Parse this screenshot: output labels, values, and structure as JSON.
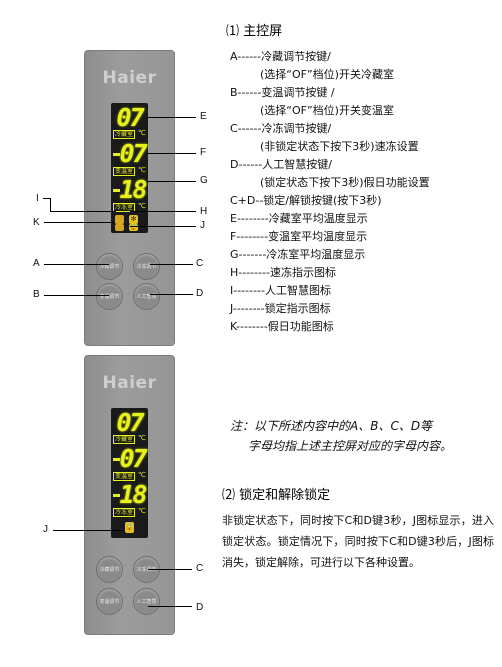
{
  "brand": "Haier",
  "section1": {
    "title": "⑴ 主控屏",
    "lines": [
      "A------冷藏调节按键/",
      "(选择“OF”档位)开关冷藏室",
      "B------变温调节按键 /",
      "(选择“OF”档位)开关变温室",
      "C------冷冻调节按键/",
      "(非锁定状态下按下3秒)速冻设置",
      "D------人工智慧按键/",
      "(锁定状态下按下3秒)假日功能设置",
      "C+D--锁定/解锁按键(按下3秒)",
      "E--------冷藏室平均温度显示",
      "F--------变温室平均温度显示",
      "G-------冷冻室平均温度显示",
      "H--------速冻指示图标",
      "I--------人工智慧图标",
      "J--------锁定指示图标",
      "K--------假日功能图标"
    ]
  },
  "note": {
    "line1": "注：以下所述内容中的A、B、C、D等",
    "line2": "字母均指上述主控屏对应的字母内容。"
  },
  "section2": {
    "title": "⑵ 锁定和解除锁定",
    "text": "非锁定状态下，同时按下C和D键3秒，J图标显示，进入锁定状态。锁定情况下，同时按下C和D键3秒后，J图标消失，锁定解除，可进行以下各种设置。"
  },
  "panel1": {
    "display": {
      "top_value": "07",
      "top_tag": "冷藏室",
      "mid_value": "07",
      "mid_tag": "变温室",
      "bottom_value": "18",
      "bottom_tag": "冷冻室",
      "deg": "℃"
    },
    "buttons": [
      "冷藏调节",
      "冷冻调节",
      "变温调节",
      "人工智慧"
    ],
    "labels": {
      "E": "E",
      "F": "F",
      "G": "G",
      "H": "H",
      "I": "I",
      "J": "J",
      "K": "K",
      "A": "A",
      "B": "B",
      "C": "C",
      "D": "D"
    }
  },
  "panel2": {
    "display": {
      "top_value": "07",
      "top_tag": "冷藏室",
      "mid_value": "07",
      "mid_tag": "变温室",
      "bottom_value": "18",
      "bottom_tag": "冷冻室",
      "deg": "℃"
    },
    "buttons": [
      "冷藏调节",
      "冷冻调节",
      "变温调节",
      "人工智慧"
    ],
    "labels": {
      "J": "J",
      "C": "C",
      "D": "D"
    }
  },
  "colors": {
    "lcd": "#e6f21a",
    "panel": "#969696"
  }
}
